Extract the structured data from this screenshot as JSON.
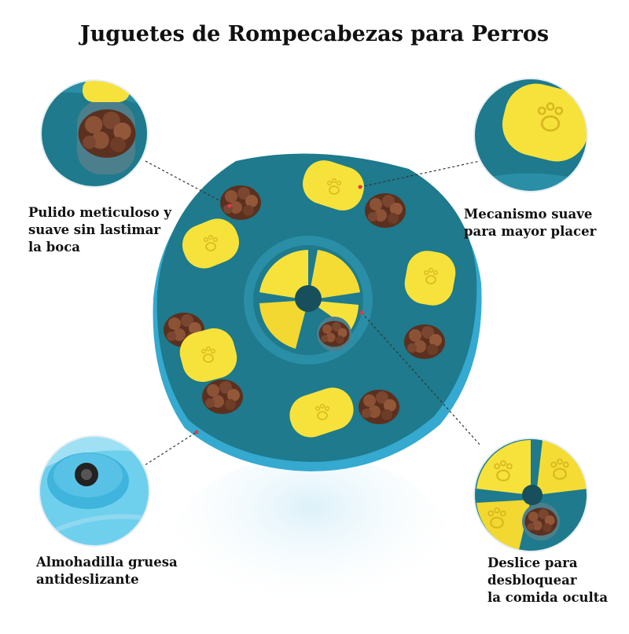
{
  "title": "Juguetes de Rompecabezas para Perros",
  "callouts": {
    "top_left": [
      "Pulido meticuloso y",
      "suave sin lastimar",
      "la boca"
    ],
    "top_right": [
      "Mecanismo suave",
      "para mayor placer"
    ],
    "bottom_left": [
      "Almohadilla gruesa",
      "antideslizante"
    ],
    "bottom_right": [
      "Deslice para",
      "desbloquear",
      "la comida oculta"
    ]
  },
  "colors": {
    "toy_blue": "#1e7a8c",
    "toy_base": "#35a9cf",
    "lid_yellow": "#f7e23b",
    "kibble": "#7a4630",
    "leader_dot": "#e0394a"
  }
}
